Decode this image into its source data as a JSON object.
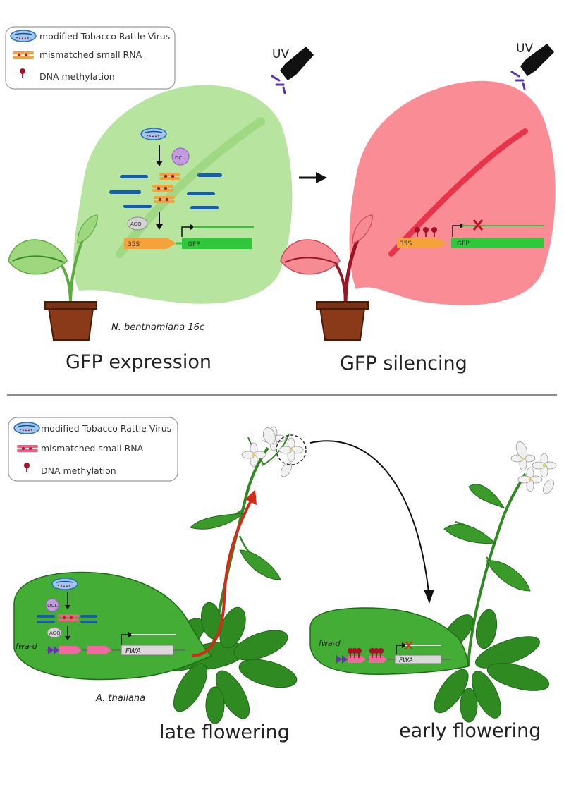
{
  "top_panel": {
    "legend": {
      "virus": "modified Tobacco Rattle Virus",
      "small_rna": "mismatched small RNA",
      "methylation": "DNA methylation"
    },
    "uv_left": "UV",
    "uv_right": "UV",
    "dcl": "DCL",
    "ago": "AGO",
    "promoter_left": "35S",
    "gene_left": "GFP",
    "promoter_right": "35S",
    "gene_right": "GFP",
    "plant_name": "N. benthamiana 16c",
    "caption_left": "GFP expression",
    "caption_right": "GFP silencing"
  },
  "bottom_panel": {
    "legend": {
      "virus": "modified Tobacco Rattle Virus",
      "small_rna": "mismatched small RNA",
      "methylation": "DNA methylation"
    },
    "dcl": "DCL",
    "ago": "AGO",
    "allele_left": "fwa-d",
    "gene_left": "FWA",
    "allele_right": "fwa-d",
    "gene_right": "FWA",
    "plant_name": "A. thaliana",
    "caption_left": "late flowering",
    "caption_right": "early flowering"
  },
  "colors": {
    "light_leaf": "#9ed77e",
    "light_bubble": "#b7e49e",
    "dark_leaf": "#2f9a22",
    "bubble_dark": "#44ad35",
    "pink_bubble": "#f98c94",
    "pink_plant": "#f78b93",
    "gfp_bar": "#2fc83a",
    "promoter": "#f5a23a",
    "rna_blue": "#1b5ea0",
    "methyl": "#a8102a",
    "pot": "#8a3a18"
  }
}
